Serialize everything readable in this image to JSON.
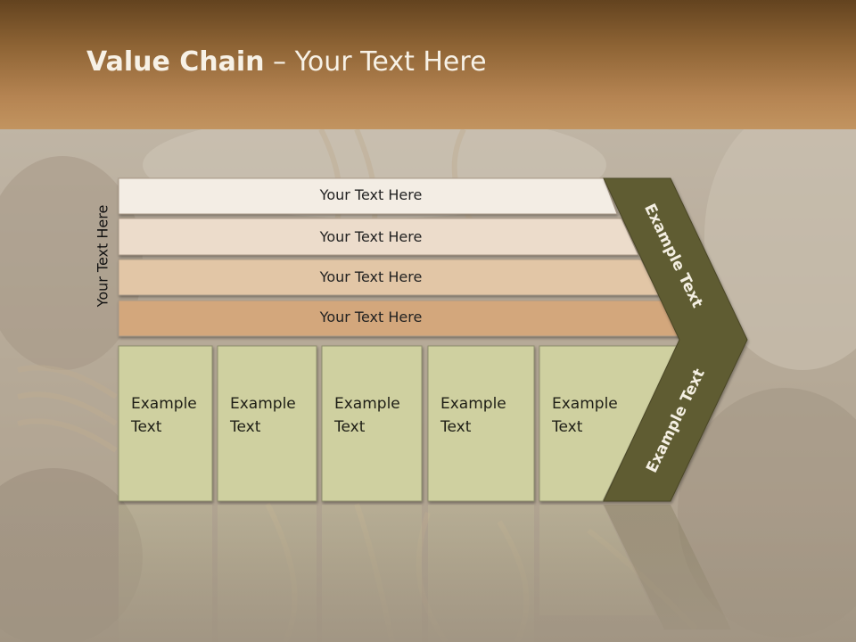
{
  "slide": {
    "title_bold": "Value Chain",
    "title_rest": " – Your Text Here"
  },
  "diagram": {
    "vertical_label": "Your Text Here",
    "bars": [
      {
        "label": "Your Text Here",
        "color": "#f3ede4"
      },
      {
        "label": "Your Text Here",
        "color": "#ecdccb"
      },
      {
        "label": "Your Text Here",
        "color": "#e2c6a6"
      },
      {
        "label": "Your Text Here",
        "color": "#d3a77c"
      }
    ],
    "boxes": [
      {
        "line1": "Example",
        "line2": "Text"
      },
      {
        "line1": "Example",
        "line2": "Text"
      },
      {
        "line1": "Example",
        "line2": "Text"
      },
      {
        "line1": "Example",
        "line2": "Text"
      },
      {
        "line1": "Example",
        "line2": "Text"
      }
    ],
    "box_color": "#cfd0a0",
    "chevron_color": "#5f5b31",
    "chevron_top_text": "Example Text",
    "chevron_bottom_text": "Example Text"
  }
}
